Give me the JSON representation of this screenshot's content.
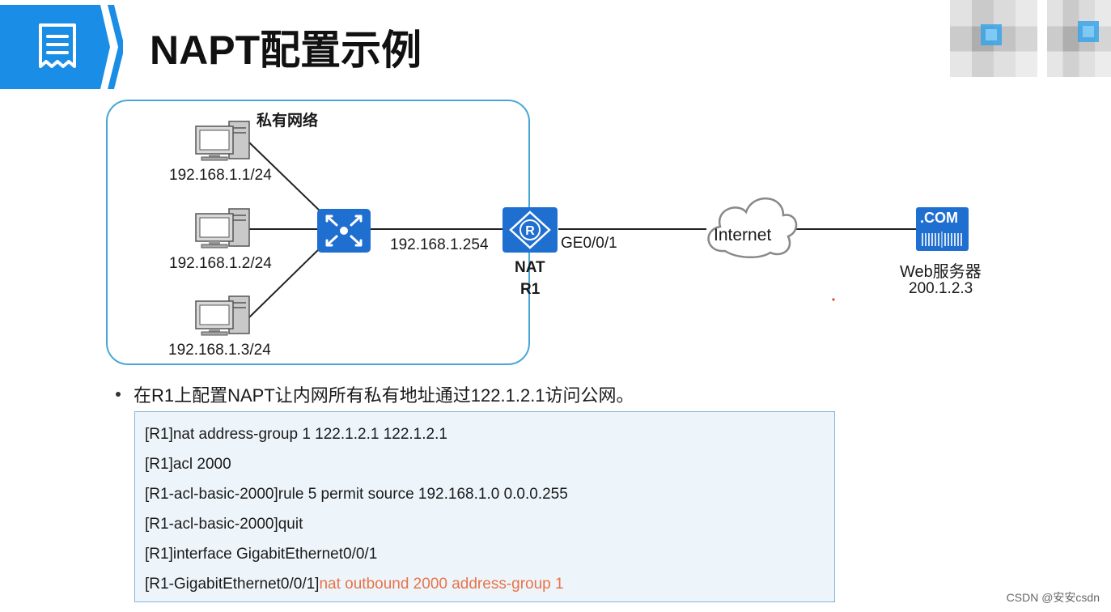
{
  "header": {
    "title": "NAPT配置示例",
    "accent_color": "#1a8ee6",
    "icon": "document-list-icon"
  },
  "diagram": {
    "private_network_label": "私有网络",
    "hosts": [
      {
        "ip": "192.168.1.1/24",
        "icon": "pc-icon"
      },
      {
        "ip": "192.168.1.2/24",
        "icon": "pc-icon"
      },
      {
        "ip": "192.168.1.3/24",
        "icon": "pc-icon"
      }
    ],
    "switch_icon": "switch-icon",
    "inside_ip": "192.168.1.254",
    "router": {
      "line1": "NAT",
      "line2": "R1",
      "icon": "router-icon"
    },
    "outside_interface": "GE0/0/1",
    "cloud_label": "Internet",
    "server": {
      "badge": ".COM",
      "name": "Web服务器",
      "ip": "200.1.2.3",
      "icon": "web-server-icon"
    },
    "device_color": "#1f6fd1",
    "frame_color": "#4aa6d6"
  },
  "bullet": "在R1上配置NAPT让内网所有私有地址通过122.1.2.1访问公网。",
  "commands": [
    {
      "text": "[R1]nat address-group 1 122.1.2.1 122.1.2.1",
      "highlight": ""
    },
    {
      "text": "[R1]acl 2000",
      "highlight": ""
    },
    {
      "text": "[R1-acl-basic-2000]rule 5 permit source 192.168.1.0 0.0.0.255",
      "highlight": ""
    },
    {
      "text": "[R1-acl-basic-2000]quit",
      "highlight": ""
    },
    {
      "text": "[R1]interface GigabitEthernet0/0/1",
      "highlight": ""
    },
    {
      "text": "[R1-GigabitEthernet0/0/1]",
      "highlight": "nat outbound 2000 address-group 1"
    }
  ],
  "highlight_color": "#e8734a",
  "watermark": "CSDN @安安csdn"
}
